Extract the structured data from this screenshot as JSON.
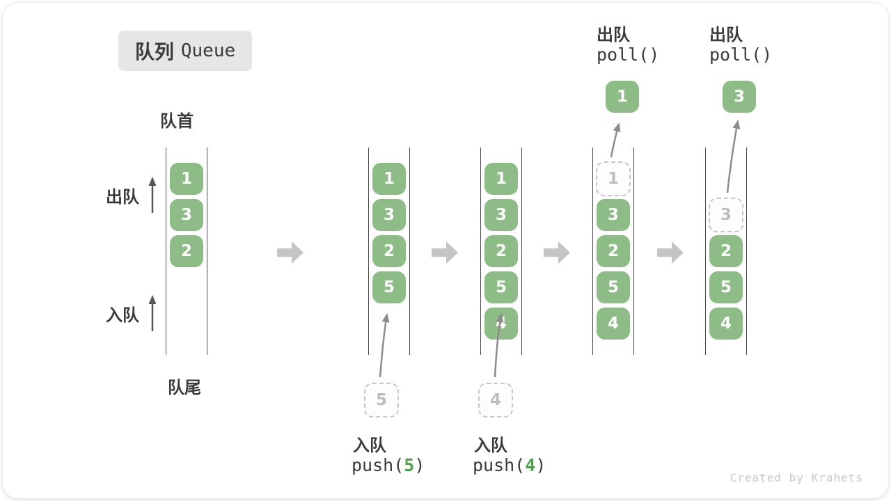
{
  "badge": {
    "zh": "队列",
    "en": "Queue"
  },
  "labels": {
    "front": "队首",
    "rear": "队尾",
    "dequeue_side": "出队",
    "enqueue_side": "入队"
  },
  "queues": {
    "q1": [
      "1",
      "3",
      "2"
    ],
    "q2": [
      "1",
      "3",
      "2",
      "5"
    ],
    "q3": [
      "1",
      "3",
      "2",
      "5",
      "4"
    ],
    "q4": {
      "ghost": "1",
      "cells": [
        "3",
        "2",
        "5",
        "4"
      ],
      "popped": "1"
    },
    "q5": {
      "ghost": "3",
      "cells": [
        "2",
        "5",
        "4"
      ],
      "popped": "3"
    }
  },
  "operations": {
    "push5": {
      "label": "入队",
      "fn": "push(",
      "arg": "5",
      "close": ")",
      "ghost": "5"
    },
    "push4": {
      "label": "入队",
      "fn": "push(",
      "arg": "4",
      "close": ")",
      "ghost": "4"
    },
    "poll_a": {
      "label": "出队",
      "code": "poll()",
      "value": "1"
    },
    "poll_b": {
      "label": "出队",
      "code": "poll()",
      "value": "3"
    }
  },
  "watermark": "Created by Krahets",
  "colors": {
    "cell_green": "#8dbc86",
    "arg_green": "#4da24d",
    "text_dark": "#3a3a3a",
    "rail_line": "#4a4a4a",
    "block_arrow_gray": "#c5c5c5",
    "ghost_gray": "#c6c6c6",
    "badge_bg": "#e6e6e6",
    "watermark_gray": "#c9c9c9"
  }
}
